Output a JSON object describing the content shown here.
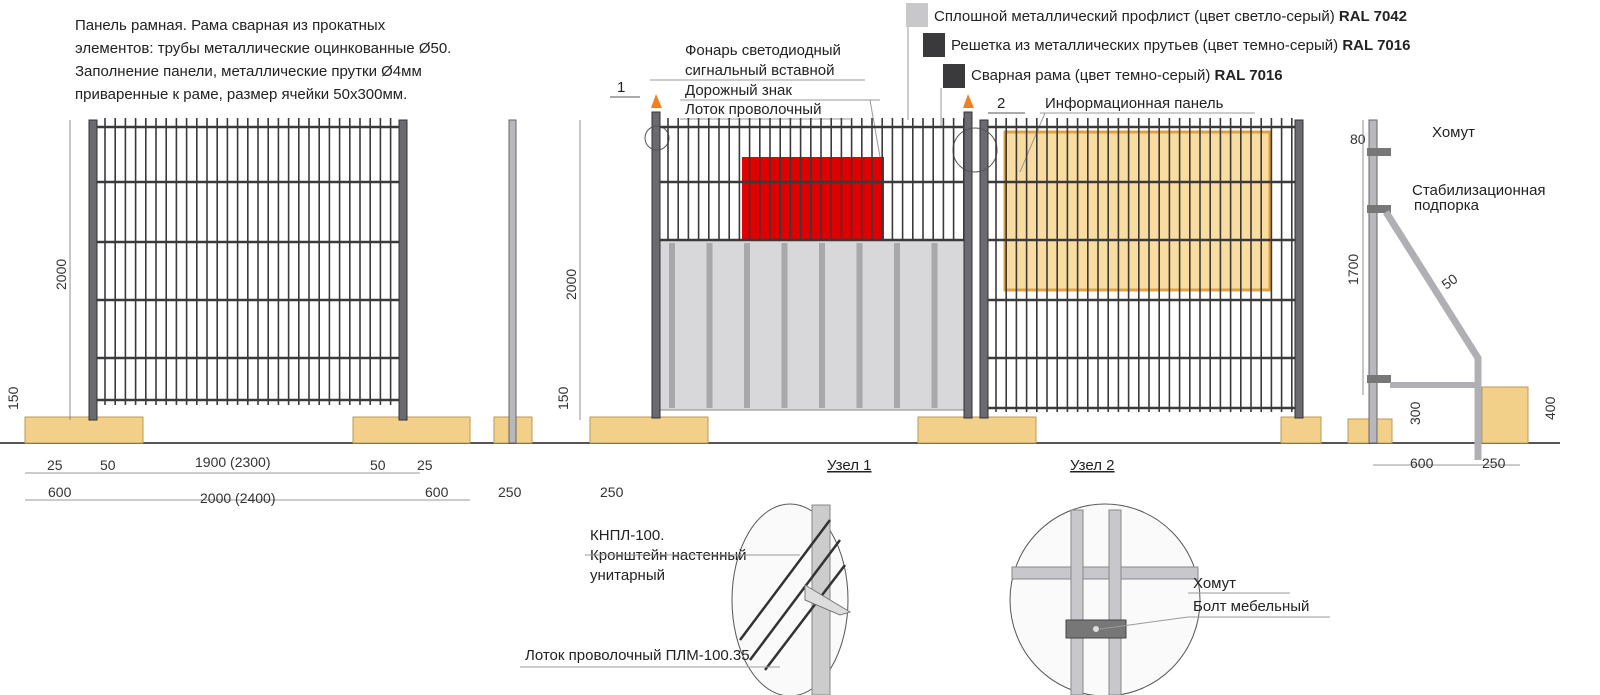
{
  "description_text": [
    "Панель рамная. Рама сварная из прокатных",
    "элементов: трубы металлические оцинкованные Ø50.",
    "Заполнение панели, металлические прутки Ø4мм",
    "приваренные к раме, размер ячейки 50х300мм."
  ],
  "legend": [
    {
      "label": "Сплошной металлический профлист (цвет светло-серый)",
      "ral": "RAL 7042",
      "color": "#c8c8ca"
    },
    {
      "label": "Решетка из металлических прутьев (цвет темно-серый)",
      "ral": "RAL 7016",
      "color": "#3a3a3c"
    },
    {
      "label": "Сварная рама (цвет темно-серый)",
      "ral": "RAL 7016",
      "color": "#3a3a3c"
    }
  ],
  "callouts": {
    "lamp_1": "Фонарь светодиодный",
    "lamp_2": "сигнальный вставной",
    "road_sign": "Дорожный знак",
    "tray": "Лоток проволочный",
    "info_panel": "Информационная панель",
    "node1_marker": "1",
    "node2_marker": "2",
    "clamp": "Хомут",
    "stab_1": "Стабилизационная",
    "stab_2": "подпорка"
  },
  "dimensions": {
    "h2000": "2000",
    "h150": "150",
    "h2000b": "2000",
    "h150b": "150",
    "d25a": "25",
    "d50a": "50",
    "d1900": "1900 (2300)",
    "d50b": "50",
    "d25b": "25",
    "d600a": "600",
    "d2000": "2000 (2400)",
    "d600b": "600",
    "d250": "250",
    "d250b": "250",
    "d80": "80",
    "d1700": "1700",
    "d50c": "50",
    "d300": "300",
    "d400": "400",
    "d600c": "600",
    "d250c": "250"
  },
  "details": {
    "node1_title": "Узел 1",
    "node2_title": "Узел 2",
    "bracket_1": "КНПЛ-100.",
    "bracket_2": "Кронштейн настенный",
    "bracket_3": "унитарный",
    "tray_full": "Лоток проволочный ПЛМ-100.35",
    "clamp": "Хомут",
    "bolt": "Болт мебельный"
  },
  "colors": {
    "sign": "#e00000",
    "info_panel": "#f8dca0",
    "info_border": "#e0a040",
    "lamp": "#f08020"
  }
}
